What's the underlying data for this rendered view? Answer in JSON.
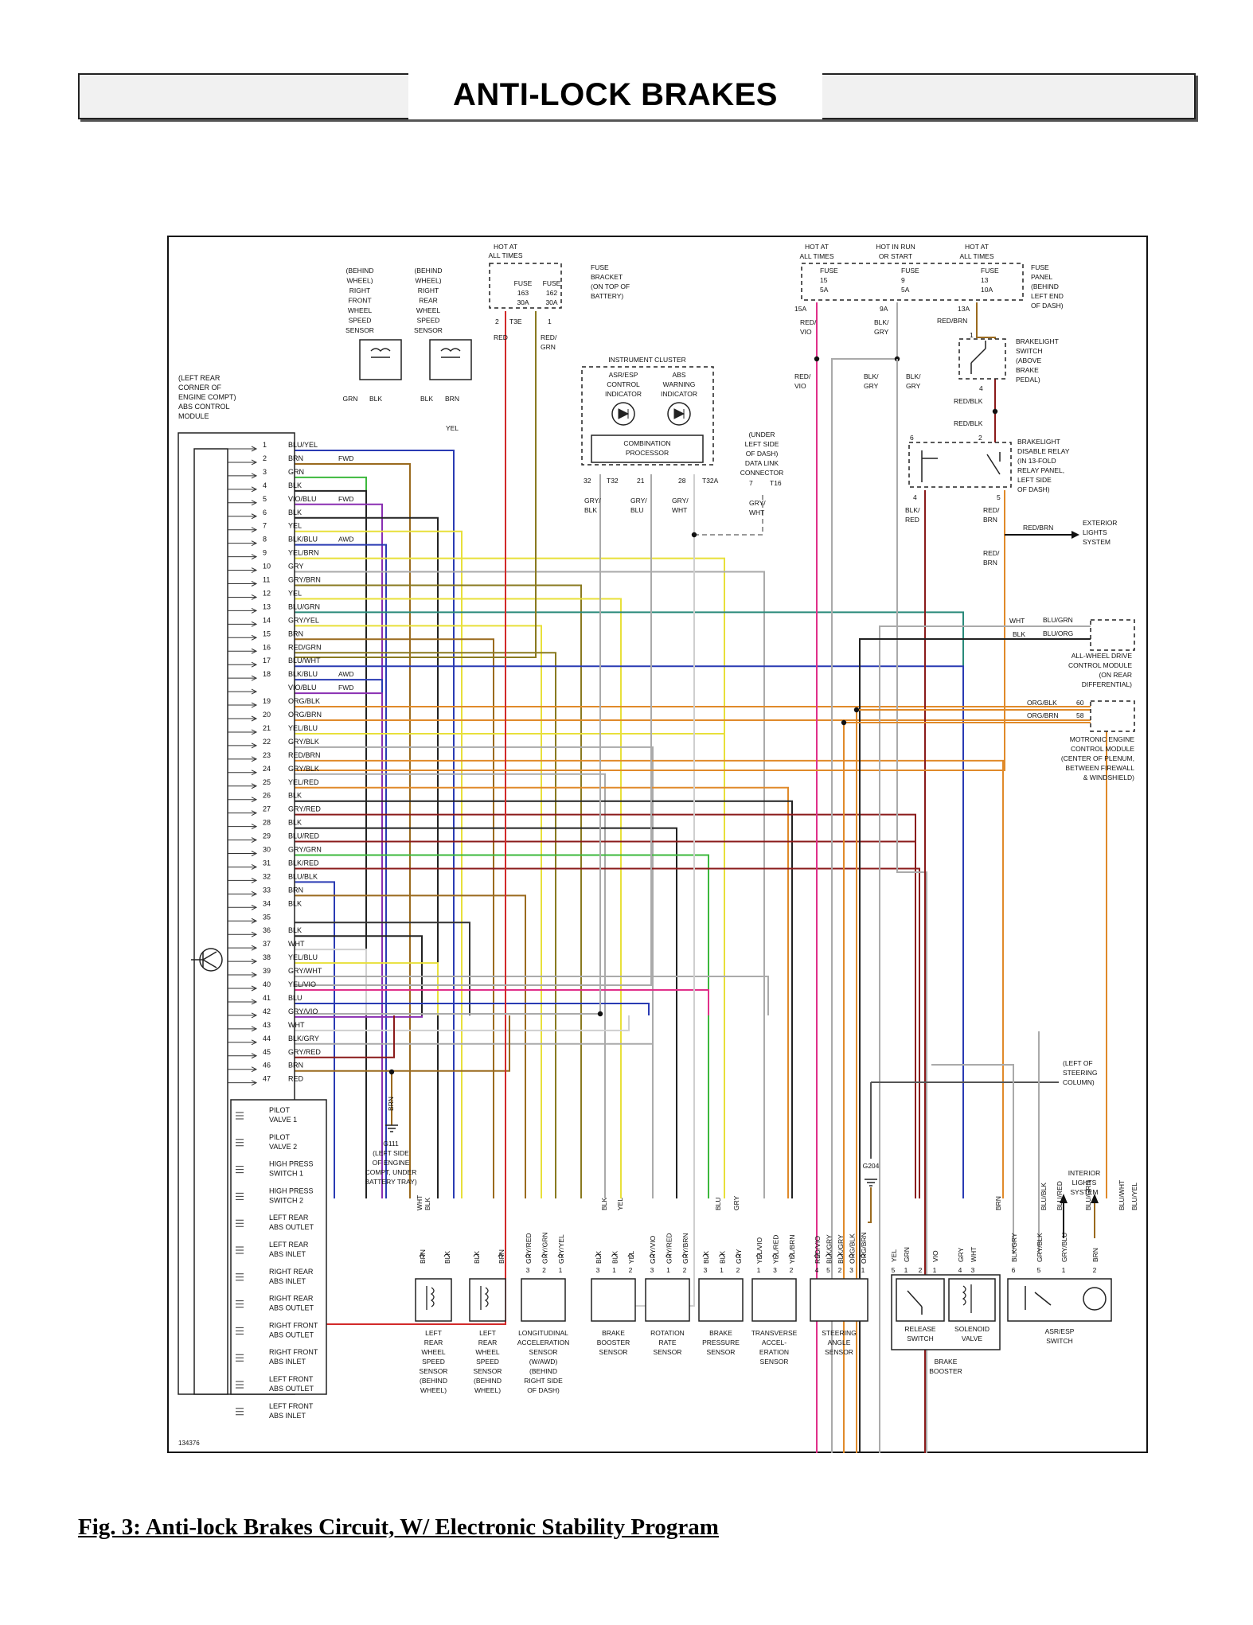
{
  "header": {
    "title": "ANTI-LOCK BRAKES"
  },
  "figure": {
    "caption": "Fig. 3: Anti-lock Brakes Circuit, W/ Electronic Stability Program",
    "id_code": "134376"
  },
  "module": {
    "label": [
      "(LEFT REAR",
      "CORNER OF",
      "ENGINE COMPT)",
      "ABS CONTROL",
      "MODULE"
    ],
    "pins": [
      {
        "n": "1",
        "w": "BLU/YEL",
        "note": ""
      },
      {
        "n": "2",
        "w": "BRN",
        "note": "FWD"
      },
      {
        "n": "3",
        "w": "GRN",
        "note": ""
      },
      {
        "n": "4",
        "w": "BLK",
        "note": ""
      },
      {
        "n": "5",
        "w": "VIO/BLU",
        "note": "FWD"
      },
      {
        "n": "6",
        "w": "BLK",
        "note": ""
      },
      {
        "n": "7",
        "w": "YEL",
        "note": ""
      },
      {
        "n": "8",
        "w": "BLK/BLU",
        "note": "AWD"
      },
      {
        "n": "9",
        "w": "YEL/BRN",
        "note": ""
      },
      {
        "n": "10",
        "w": "GRY",
        "note": ""
      },
      {
        "n": "11",
        "w": "GRY/BRN",
        "note": ""
      },
      {
        "n": "12",
        "w": "YEL",
        "note": ""
      },
      {
        "n": "13",
        "w": "BLU/GRN",
        "note": ""
      },
      {
        "n": "14",
        "w": "GRY/YEL",
        "note": ""
      },
      {
        "n": "15",
        "w": "BRN",
        "note": ""
      },
      {
        "n": "16",
        "w": "RED/GRN",
        "note": ""
      },
      {
        "n": "17",
        "w": "BLU/WHT",
        "note": ""
      },
      {
        "n": "18",
        "w": "BLK/BLU",
        "note": "AWD"
      },
      {
        "n": "",
        "w": "VIO/BLU",
        "note": "FWD"
      },
      {
        "n": "19",
        "w": "ORG/BLK",
        "note": ""
      },
      {
        "n": "20",
        "w": "ORG/BRN",
        "note": ""
      },
      {
        "n": "21",
        "w": "YEL/BLU",
        "note": ""
      },
      {
        "n": "22",
        "w": "GRY/BLK",
        "note": ""
      },
      {
        "n": "23",
        "w": "RED/BRN",
        "note": ""
      },
      {
        "n": "24",
        "w": "GRY/BLK",
        "note": ""
      },
      {
        "n": "25",
        "w": "YEL/RED",
        "note": ""
      },
      {
        "n": "26",
        "w": "BLK",
        "note": ""
      },
      {
        "n": "27",
        "w": "GRY/RED",
        "note": ""
      },
      {
        "n": "28",
        "w": "BLK",
        "note": ""
      },
      {
        "n": "29",
        "w": "BLU/RED",
        "note": ""
      },
      {
        "n": "30",
        "w": "GRY/GRN",
        "note": ""
      },
      {
        "n": "31",
        "w": "BLK/RED",
        "note": ""
      },
      {
        "n": "32",
        "w": "BLU/BLK",
        "note": ""
      },
      {
        "n": "33",
        "w": "BRN",
        "note": ""
      },
      {
        "n": "34",
        "w": "BLK",
        "note": ""
      },
      {
        "n": "35",
        "w": "",
        "note": ""
      },
      {
        "n": "36",
        "w": "BLK",
        "note": ""
      },
      {
        "n": "37",
        "w": "WHT",
        "note": ""
      },
      {
        "n": "38",
        "w": "YEL/BLU",
        "note": ""
      },
      {
        "n": "39",
        "w": "GRY/WHT",
        "note": ""
      },
      {
        "n": "40",
        "w": "YEL/VIO",
        "note": ""
      },
      {
        "n": "41",
        "w": "BLU",
        "note": ""
      },
      {
        "n": "42",
        "w": "GRY/VIO",
        "note": ""
      },
      {
        "n": "43",
        "w": "WHT",
        "note": ""
      },
      {
        "n": "44",
        "w": "BLK/GRY",
        "note": ""
      },
      {
        "n": "45",
        "w": "GRY/RED",
        "note": ""
      },
      {
        "n": "46",
        "w": "BRN",
        "note": ""
      },
      {
        "n": "47",
        "w": "RED",
        "note": ""
      }
    ],
    "valves": [
      [
        "PILOT",
        "VALVE 1"
      ],
      [
        "PILOT",
        "VALVE 2"
      ],
      [
        "HIGH PRESS",
        "SWITCH 1"
      ],
      [
        "HIGH PRESS",
        "SWITCH 2"
      ],
      [
        "LEFT REAR",
        "ABS OUTLET"
      ],
      [
        "LEFT REAR",
        "ABS INLET"
      ],
      [
        "RIGHT REAR",
        "ABS INLET"
      ],
      [
        "RIGHT REAR",
        "ABS OUTLET"
      ],
      [
        "RIGHT FRONT",
        "ABS OUTLET"
      ],
      [
        "RIGHT FRONT",
        "ABS INLET"
      ],
      [
        "LEFT FRONT",
        "ABS OUTLET"
      ],
      [
        "LEFT FRONT",
        "ABS INLET"
      ]
    ]
  },
  "fuse_bracket": {
    "hot": [
      "HOT AT",
      "ALL TIMES"
    ],
    "label": [
      "FUSE",
      "BRACKET",
      "(ON TOP OF",
      "BATTERY)"
    ],
    "fuses": [
      [
        "FUSE",
        "163",
        "30A"
      ],
      [
        "FUSE",
        "162",
        "30A"
      ]
    ],
    "connector": [
      "2",
      "T3E",
      "1"
    ],
    "wires": [
      [
        "RED"
      ],
      [
        "RED/",
        "GRN"
      ]
    ]
  },
  "fuse_panel": {
    "hot": [
      [
        "HOT AT",
        "ALL TIMES"
      ],
      [
        "HOT IN RUN",
        "OR START"
      ],
      [
        "HOT AT",
        "ALL TIMES"
      ]
    ],
    "label": [
      "FUSE",
      "PANEL",
      "(BEHIND",
      "LEFT END",
      "OF DASH)"
    ],
    "fuses": [
      [
        "FUSE",
        "15",
        "5A"
      ],
      [
        "FUSE",
        "9",
        "5A"
      ],
      [
        "FUSE",
        "13",
        "10A"
      ]
    ],
    "terminals": [
      "15A",
      "9A",
      "13A"
    ],
    "wires": [
      [
        "RED/",
        "VIO"
      ],
      [
        "BLK/",
        "GRY"
      ],
      [
        "RED/BRN"
      ],
      [
        "RED/",
        "VIO"
      ],
      [
        "BLK/",
        "GRY"
      ],
      [
        "BLK/",
        "GRY"
      ]
    ]
  },
  "sensors_front": {
    "right_front": [
      "(BEHIND",
      "WHEEL)",
      "RIGHT",
      "FRONT",
      "WHEEL",
      "SPEED",
      "SENSOR"
    ],
    "right_rear": [
      "(BEHIND",
      "WHEEL)",
      "RIGHT",
      "REAR",
      "WHEEL",
      "SPEED",
      "SENSOR"
    ],
    "wires": [
      "GRN",
      "BLK",
      "BLK",
      "BRN",
      "YEL"
    ]
  },
  "instrument_cluster": {
    "title": "INSTRUMENT CLUSTER",
    "asr": [
      "ASR/ESP",
      "CONTROL",
      "INDICATOR"
    ],
    "abs": [
      "ABS",
      "WARNING",
      "INDICATOR"
    ],
    "processor": [
      "COMBINATION",
      "PROCESSOR"
    ],
    "pins": [
      "32",
      "T32",
      "21",
      "28",
      "T32A"
    ],
    "wires": [
      [
        "GRY/",
        "BLK"
      ],
      [
        "GRY/",
        "BLU"
      ],
      [
        "GRY/",
        "WHT"
      ]
    ]
  },
  "dlc": {
    "label": [
      "(UNDER",
      "LEFT SIDE",
      "OF DASH)",
      "DATA LINK",
      "CONNECTOR"
    ],
    "pins": [
      "7",
      "T16"
    ],
    "wire": [
      "GRY/",
      "WHT"
    ]
  },
  "brake_switch": {
    "label": [
      "BRAKELIGHT",
      "SWITCH",
      "(ABOVE",
      "BRAKE",
      "PEDAL)"
    ],
    "pins": [
      "1",
      "4"
    ],
    "wires": [
      "RED/BLK",
      "RED/BLK"
    ]
  },
  "relay": {
    "label": [
      "BRAKELIGHT",
      "DISABLE RELAY",
      "(IN 13-FOLD",
      "RELAY PANEL,",
      "LEFT SIDE",
      "OF DASH)"
    ],
    "pins": [
      "6",
      "2",
      "4",
      "5"
    ],
    "wires": [
      [
        "BLK/",
        "RED"
      ],
      [
        "RED/",
        "BRN"
      ],
      [
        "RED/BRN"
      ],
      [
        "RED/",
        "BRN"
      ]
    ],
    "exterior": [
      "EXTERIOR",
      "LIGHTS",
      "SYSTEM"
    ]
  },
  "awd_module": {
    "label": [
      "ALL-WHEEL DRIVE",
      "CONTROL MODULE",
      "(ON REAR",
      "DIFFERENTIAL)"
    ],
    "wires": [
      "WHT",
      "BLK",
      "BLU/GRN",
      "BLU/ORG"
    ]
  },
  "motronic": {
    "label": [
      "MOTRONIC ENGINE",
      "CONTROL MODULE",
      "(CENTER OF PLENUM,",
      "BETWEEN FIREWALL",
      "& WINDSHIELD)"
    ],
    "wires": [
      "ORG/BLK",
      "ORG/BRN"
    ],
    "pins": [
      "60",
      "58"
    ]
  },
  "grounds": {
    "g111": [
      "G111",
      "(LEFT SIDE",
      "OF ENGINE",
      "COMPT, UNDER",
      "BATTERY TRAY)"
    ],
    "g111_wire": "BRN",
    "g204": "G204",
    "steering_col": [
      "(LEFT OF",
      "STEERING",
      "COLUMN)"
    ],
    "interior": [
      "INTERIOR",
      "LIGHTS",
      "SYSTEM"
    ]
  },
  "bottom_components": [
    {
      "label": [
        "LEFT",
        "REAR",
        "WHEEL",
        "SPEED",
        "SENSOR",
        "(BEHIND",
        "WHEEL)"
      ],
      "pins": [
        "",
        ""
      ],
      "wires": [
        "BRN",
        "BLK"
      ]
    },
    {
      "label": [
        "LEFT",
        "REAR",
        "WHEEL",
        "SPEED",
        "SENSOR",
        "(BEHIND",
        "WHEEL)"
      ],
      "pins": [
        "",
        ""
      ],
      "wires": [
        "BLK",
        "BRN"
      ]
    },
    {
      "label": [
        "LONGITUDINAL",
        "ACCELERATION",
        "SENSOR",
        "(W/AWD)",
        "(BEHIND",
        "RIGHT SIDE",
        "OF DASH)"
      ],
      "pins": [
        "3",
        "2",
        "1"
      ],
      "wires": [
        "GRY/RED",
        "GRY/GRN",
        "GRY/YEL"
      ]
    },
    {
      "label": [
        "BRAKE",
        "BOOSTER",
        "SENSOR"
      ],
      "pins": [
        "3",
        "1",
        "2"
      ],
      "wires": [
        "BLK",
        "BLK",
        "YEL"
      ]
    },
    {
      "label": [
        "ROTATION",
        "RATE",
        "SENSOR"
      ],
      "pins": [
        "3",
        "1",
        "2"
      ],
      "wires": [
        "GRY/VIO",
        "GRY/RED",
        "GRY/BRN"
      ]
    },
    {
      "label": [
        "BRAKE",
        "PRESSURE",
        "SENSOR"
      ],
      "pins": [
        "3",
        "1",
        "2"
      ],
      "wires": [
        "BLK",
        "BLK",
        "GRY"
      ]
    },
    {
      "label": [
        "TRANSVERSE",
        "ACCEL-",
        "ERATION",
        "SENSOR"
      ],
      "pins": [
        "1",
        "3",
        "2"
      ],
      "wires": [
        "YEL/VIO",
        "YEL/RED",
        "YEL/BRN"
      ]
    },
    {
      "label": [
        "STEERING",
        "ANGLE",
        "SENSOR"
      ],
      "pins": [
        "4",
        "5",
        "2",
        "3",
        "1"
      ],
      "wires": [
        "RED/VIO",
        "BLK/GRY",
        "BLK/GRY",
        "ORG/BLK",
        "ORG/BRN"
      ]
    }
  ],
  "bottom_upper_wires": [
    "WHT",
    "BLK",
    "BLK",
    "YEL",
    "BLU",
    "GRY",
    "BRN",
    "BLU/BLK",
    "BLU/RED",
    "BLU/GRN",
    "BLU/WHT",
    "BLU/YEL"
  ],
  "booster": {
    "release": [
      "RELEASE",
      "SWITCH"
    ],
    "solenoid": [
      "SOLENOID",
      "VALVE"
    ],
    "title": [
      "BRAKE",
      "BOOSTER"
    ],
    "pins": [
      "5",
      "1",
      "2",
      "1",
      "4",
      "3"
    ],
    "wires": [
      "YEL",
      "GRN",
      "VIO",
      "GRY",
      "WHT"
    ]
  },
  "asr_switch": {
    "label": [
      "ASR/ESP",
      "SWITCH"
    ],
    "pins": [
      "6",
      "5",
      "1",
      "2"
    ],
    "wires": [
      "BLK/GRY",
      "GRY/BLK",
      "GRY/BLU",
      "BRN"
    ]
  },
  "colors": {
    "RED": "#d22a2a",
    "BRN": "#9a6a1e",
    "BLK": "#222222",
    "GRN": "#3cb83c",
    "YEL": "#e8e03a",
    "BLU": "#2a3bb3",
    "VIO": "#8a2fb2",
    "GRY": "#aaaaaa",
    "WHT": "#cfcfcf",
    "ORG": "#e08a2a",
    "PINK": "#e0308a",
    "DARKRED": "#8a1a1a",
    "OLIVE": "#8a7a20",
    "TEAL": "#2a8a7a"
  }
}
